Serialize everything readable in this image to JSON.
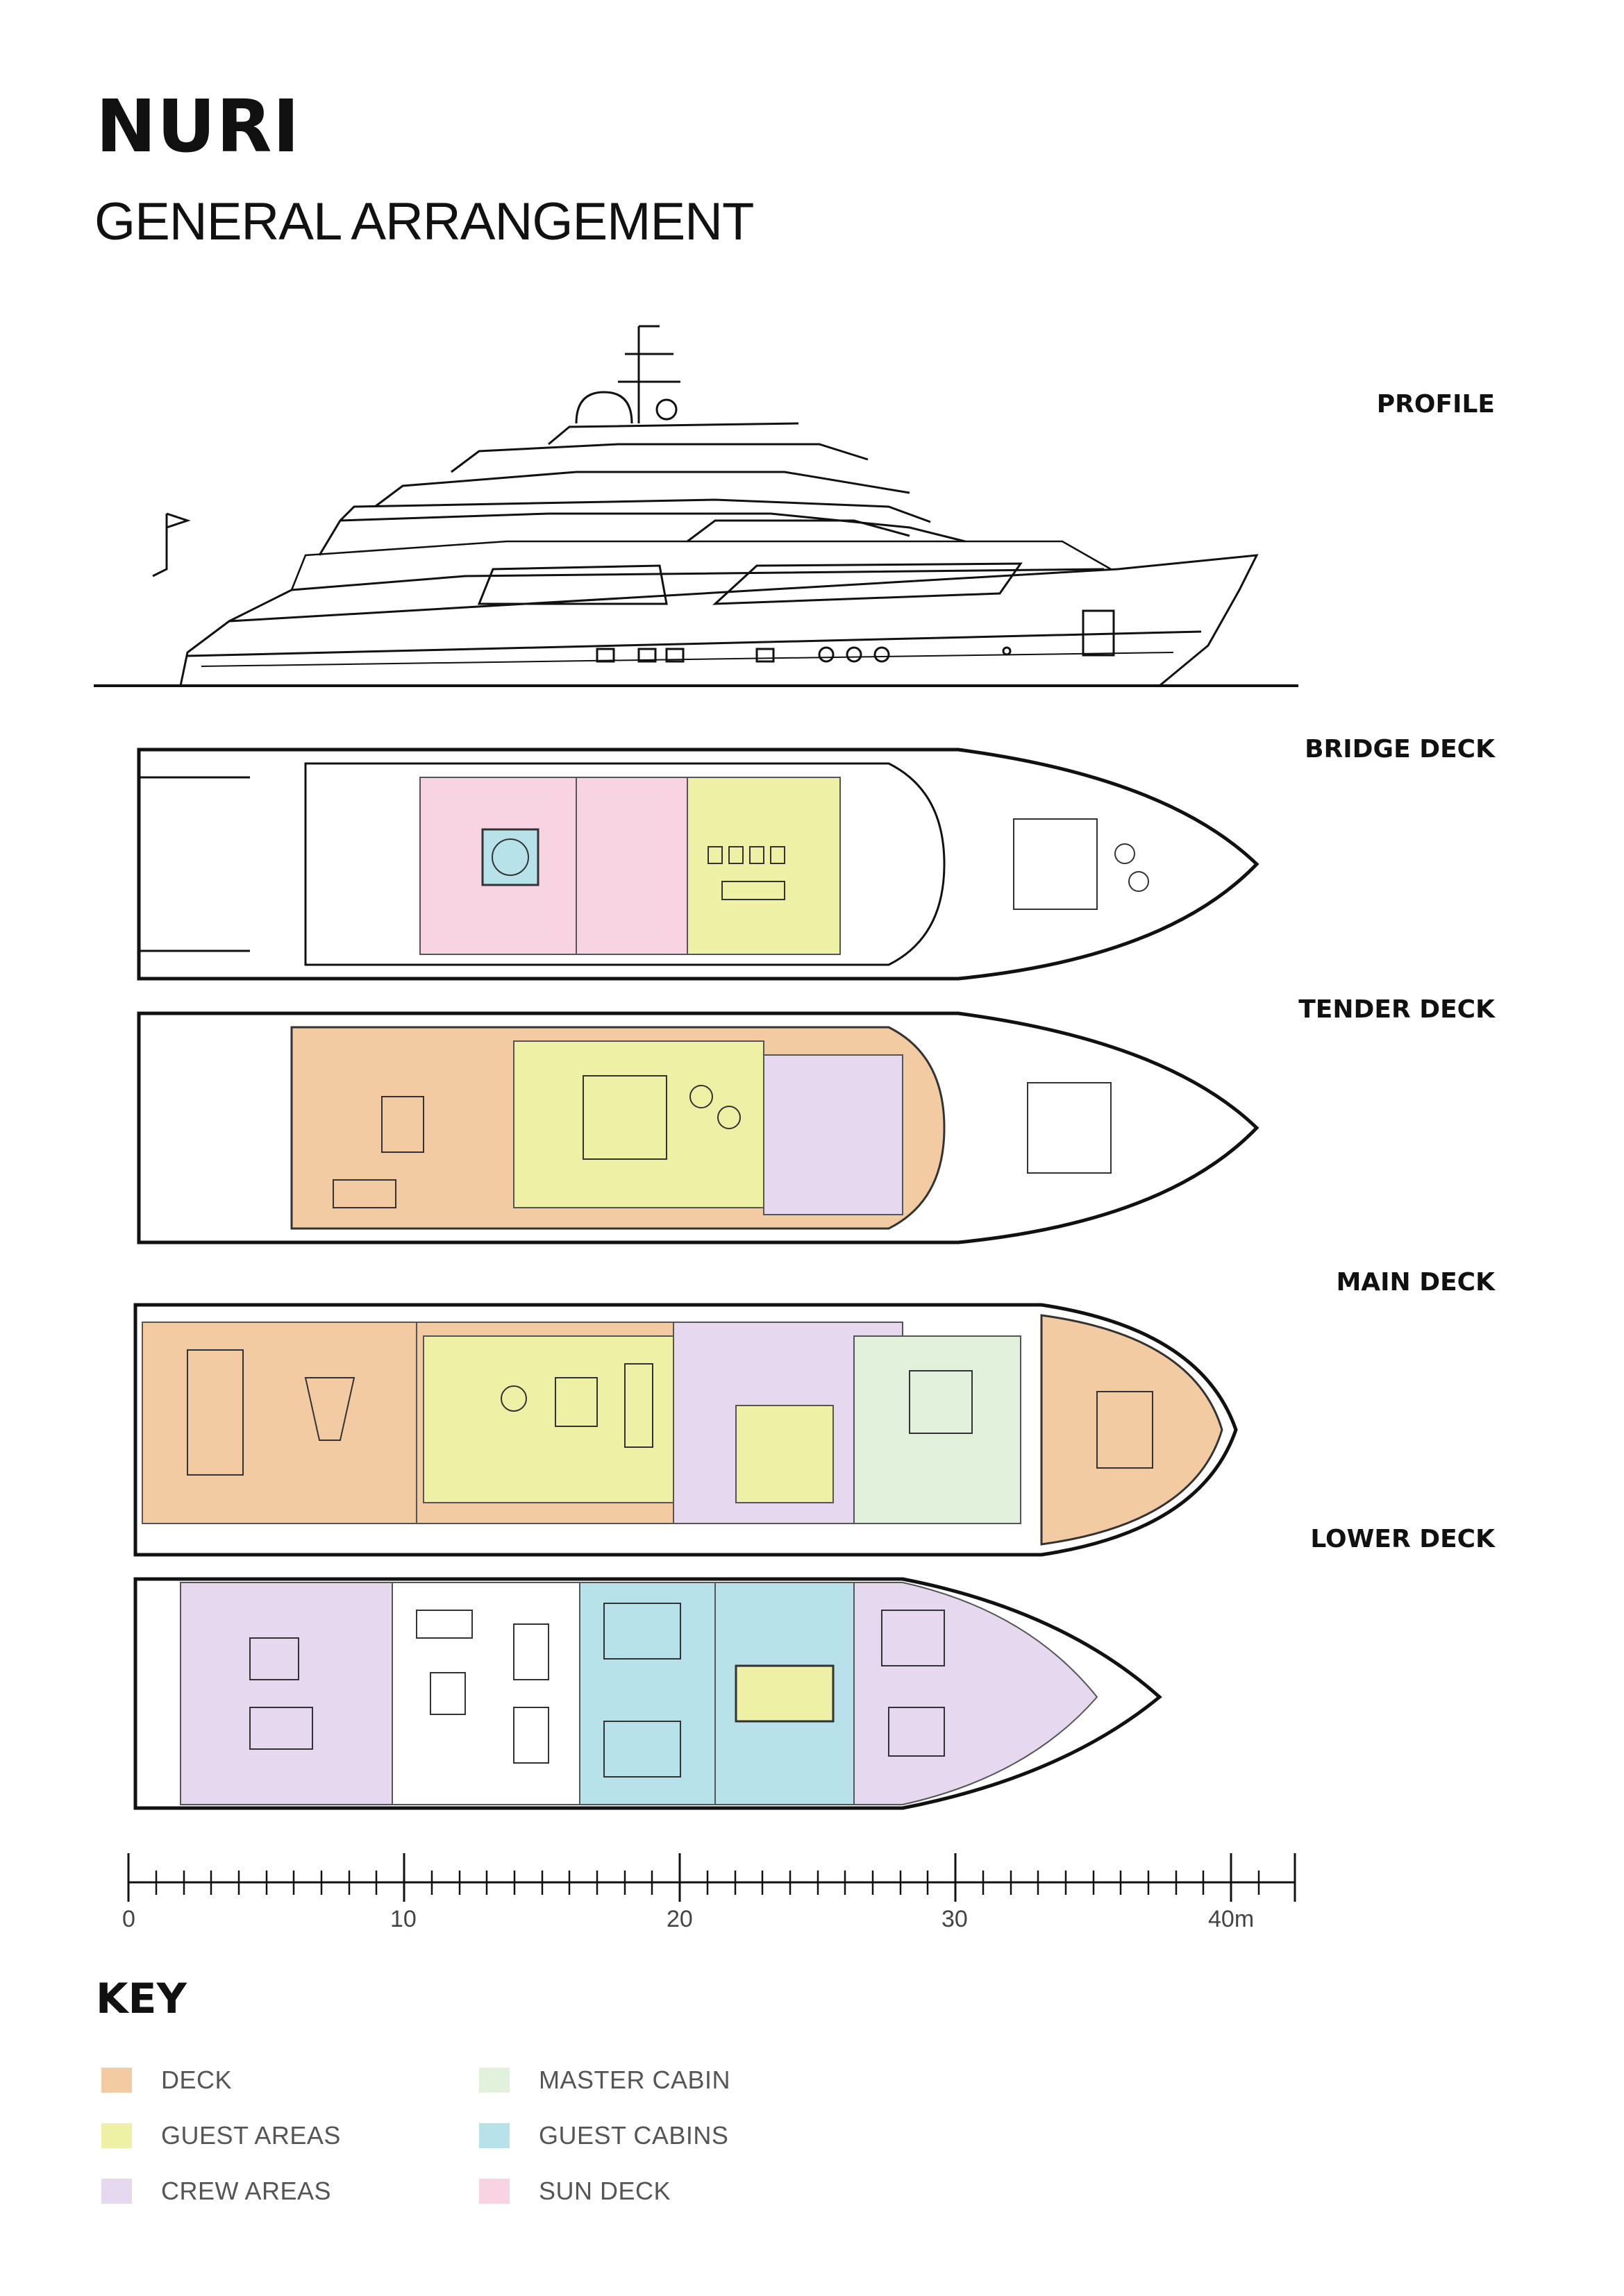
{
  "title": "NURI",
  "subtitle": "GENERAL ARRANGEMENT",
  "decks": {
    "profile": "PROFILE",
    "bridge": "BRIDGE DECK",
    "tender": "TENDER DECK",
    "main": "MAIN DECK",
    "lower": "LOWER DECK"
  },
  "scale": {
    "labels": [
      "0",
      "10",
      "20",
      "30",
      "40m"
    ]
  },
  "key": {
    "title": "KEY",
    "items": [
      {
        "label": "DECK",
        "color": "#f2cba2"
      },
      {
        "label": "GUEST AREAS",
        "color": "#eef0a6"
      },
      {
        "label": "CREW AREAS",
        "color": "#e6d8ee"
      },
      {
        "label": "MASTER CABIN",
        "color": "#e2f1dc"
      },
      {
        "label": "GUEST CABINS",
        "color": "#b8e2ea"
      },
      {
        "label": "SUN DECK",
        "color": "#f8d4e2"
      }
    ]
  }
}
